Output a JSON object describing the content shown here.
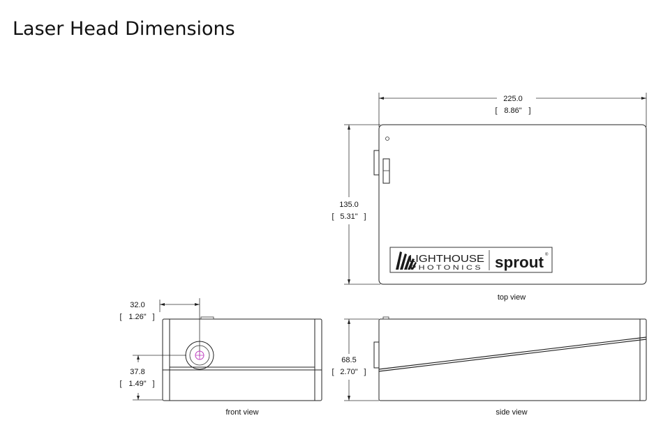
{
  "page": {
    "title": "Laser Head Dimensions"
  },
  "top_view": {
    "caption": "top view",
    "width_mm": "225.0",
    "width_in": "8.86\"",
    "height_mm": "135.0",
    "height_in": "5.31\""
  },
  "front_view": {
    "caption": "front view",
    "offset_mm": "32.0",
    "offset_in": "1.26\"",
    "beam_height_mm": "37.8",
    "beam_height_in": "1.49\""
  },
  "side_view": {
    "caption": "side view",
    "height_mm": "68.5",
    "height_in": "2.70\""
  },
  "logo": {
    "brand_line1": "LIGHTHOUSE",
    "brand_line2": "PHOTONICS",
    "product": "sprout",
    "tm": "®"
  },
  "colors": {
    "line": "#222222",
    "beam_marker": "#c040c0",
    "logo_dark": "#1a1a1a"
  }
}
